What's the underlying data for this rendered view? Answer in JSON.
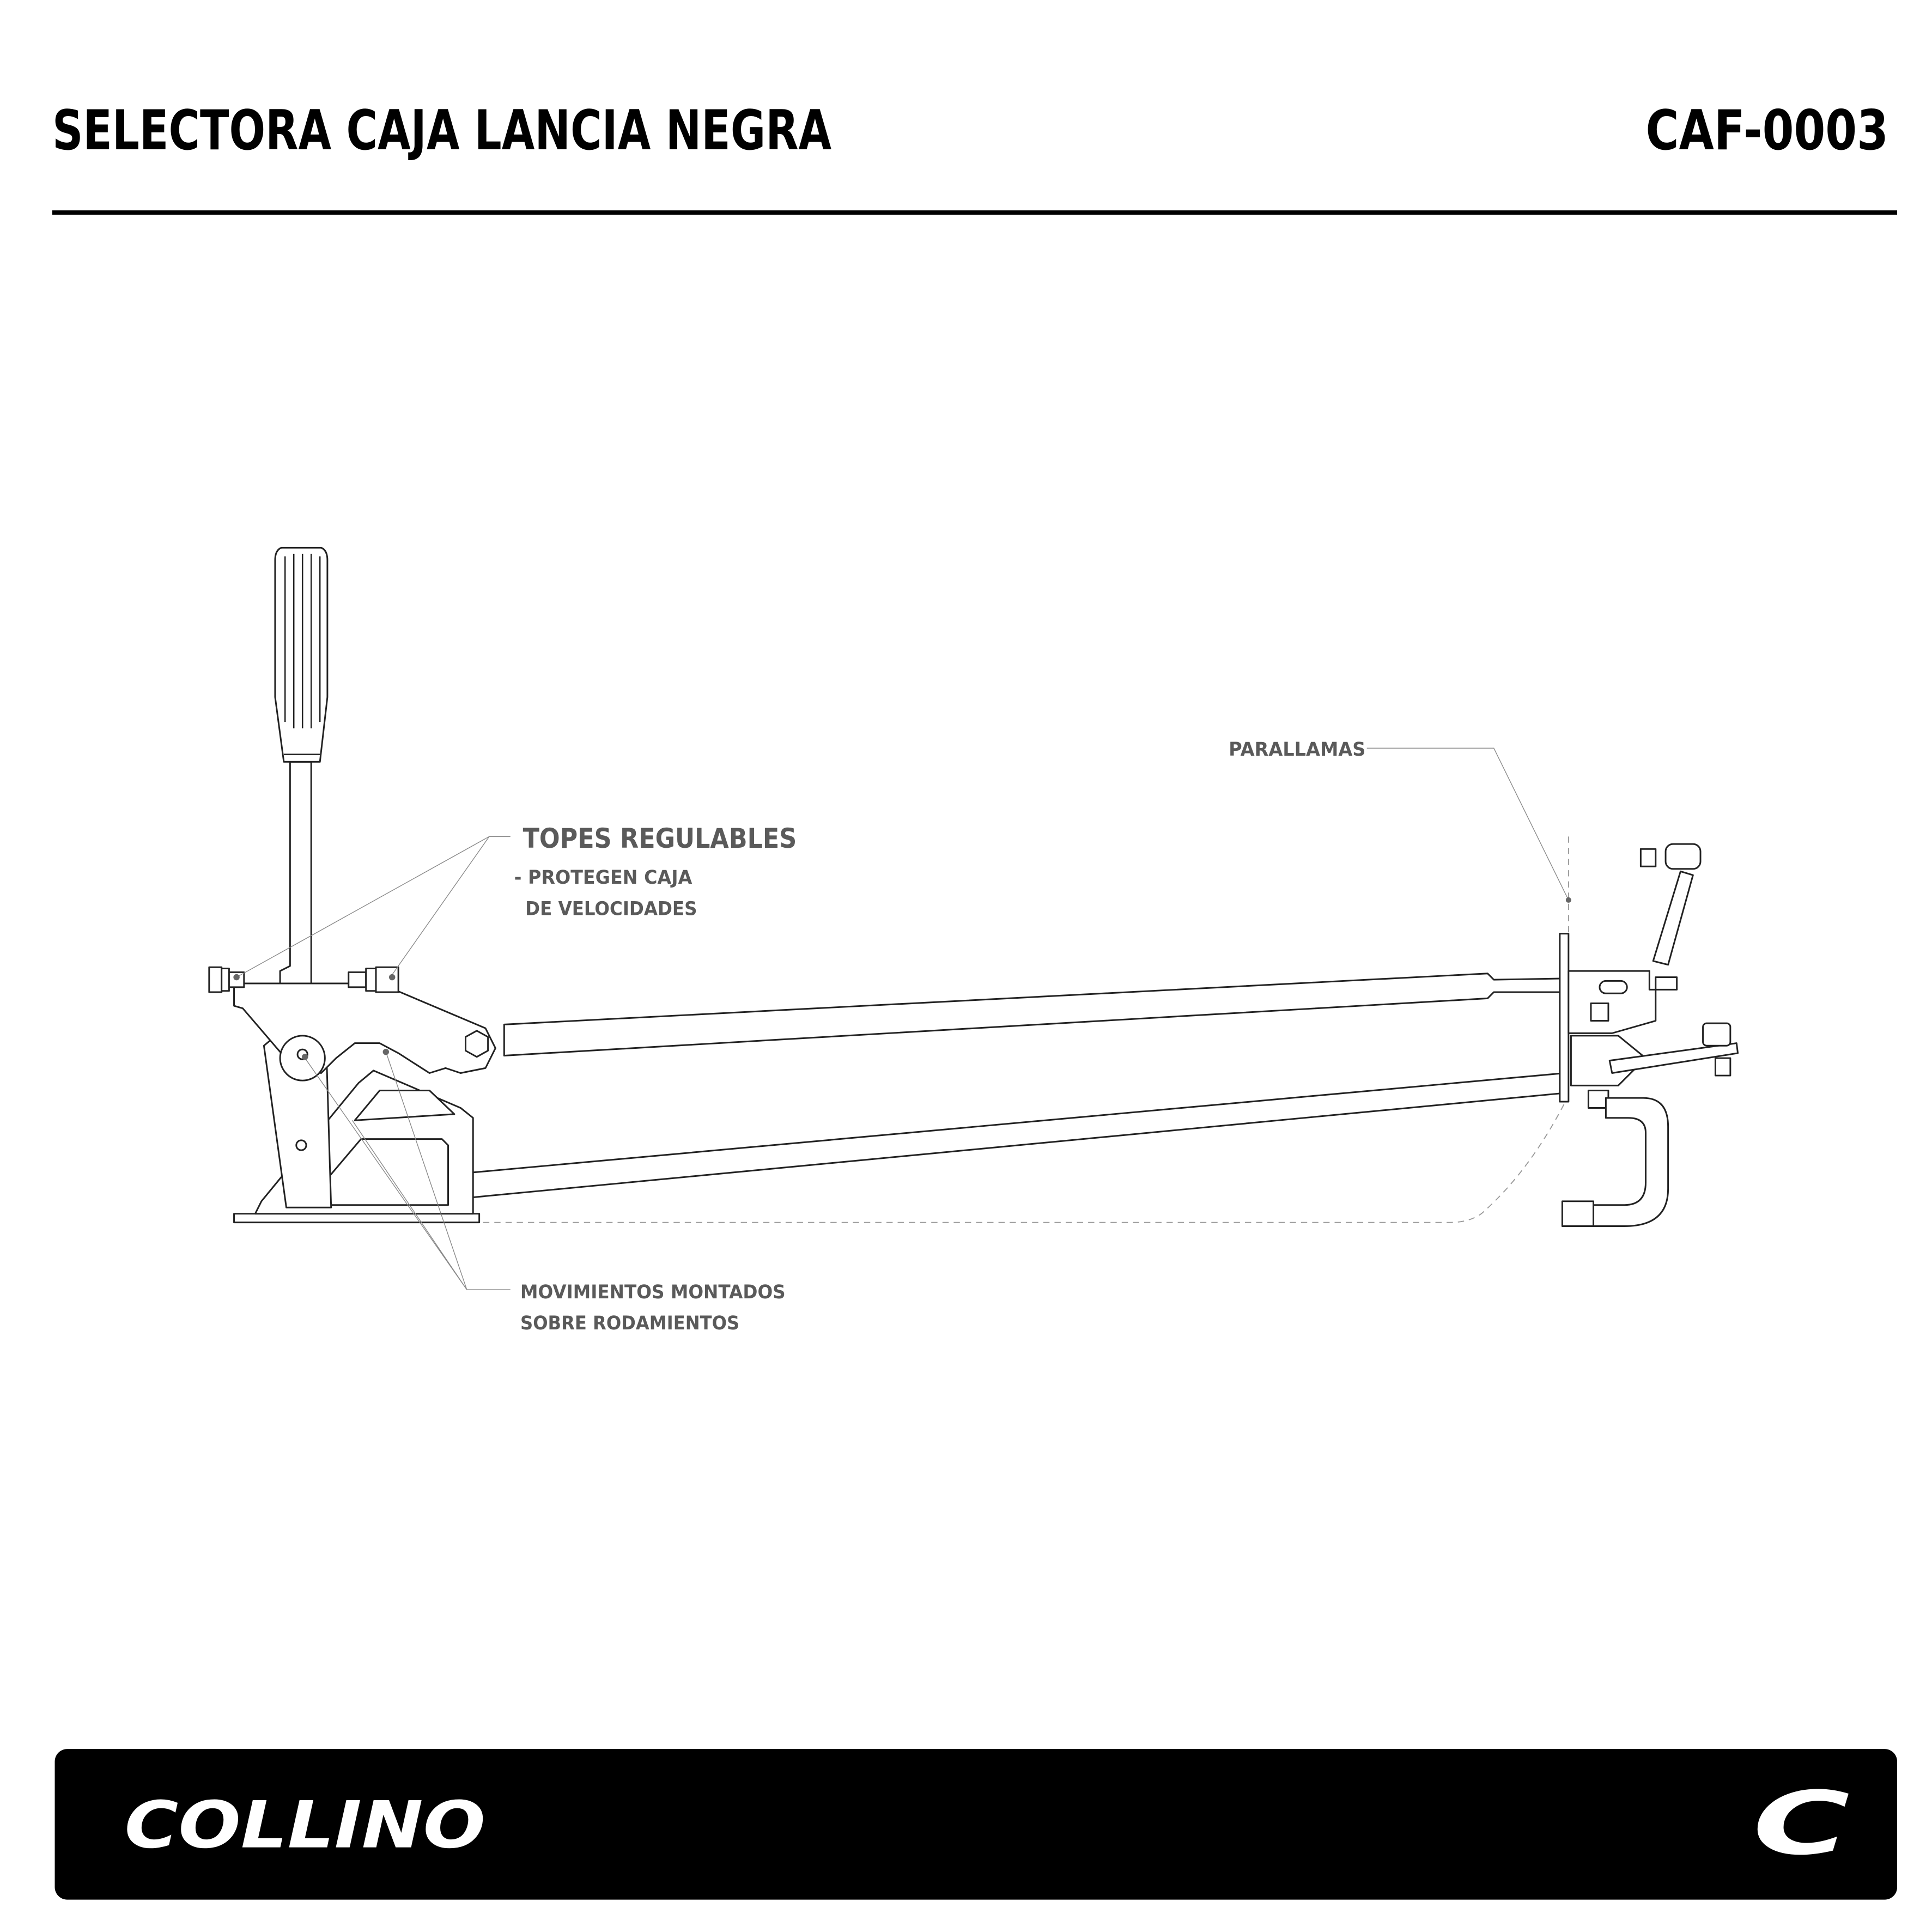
{
  "header": {
    "title": "SELECTORA CAJA LANCIA NEGRA",
    "code": "CAF-0003"
  },
  "callouts": {
    "parallamas": "PARALLAMAS",
    "topes_title": "TOPES REGULABLES",
    "topes_line1": "- PROTEGEN CAJA",
    "topes_line2": "DE VELOCIDADES",
    "movimientos_line1": "MOVIMIENTOS MONTADOS",
    "movimientos_line2": "SOBRE RODAMIENTOS"
  },
  "footer": {
    "brand": "COLLINO",
    "brand_mark": "C"
  },
  "colors": {
    "text": "#000000",
    "callout_text": "#5a5a5a",
    "footer_bg": "#000000",
    "footer_text": "#ffffff"
  }
}
